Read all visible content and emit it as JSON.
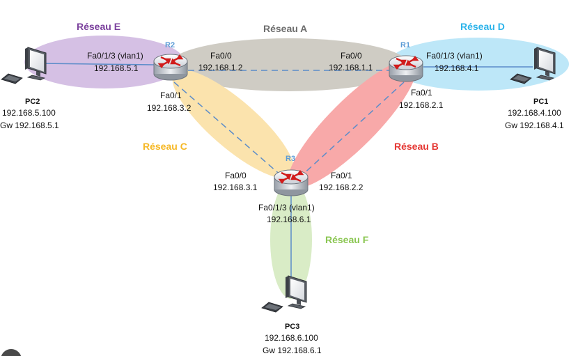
{
  "colors": {
    "reseau_a": "#cfccc4",
    "reseau_b": "#f8a9a9",
    "reseau_c": "#fbe3ad",
    "reseau_d": "#bde7f8",
    "reseau_e": "#d5c0e4",
    "reseau_f": "#d9ecc6",
    "reseau_a_text": "#6d6d6d",
    "reseau_b_text": "#e53935",
    "reseau_c_text": "#f6b825",
    "reseau_d_text": "#2bb3ea",
    "reseau_e_text": "#7a3f9c",
    "reseau_f_text": "#8ac651",
    "router_label": "#5b9bd5",
    "link": "#5b8cc9"
  },
  "networks": {
    "a": "Réseau A",
    "b": "Réseau B",
    "c": "Réseau C",
    "d": "Réseau D",
    "e": "Réseau E",
    "f": "Réseau F"
  },
  "routers": {
    "r1": {
      "name": "R1",
      "fa0_0_if": "Fa0/0",
      "fa0_0_ip": "192.168.1.1",
      "fa0_1_if": "Fa0/1",
      "fa0_1_ip": "192.168.2.1",
      "vlan_if": "Fa0/1/3 (vlan1)",
      "vlan_ip": "192.168.4.1"
    },
    "r2": {
      "name": "R2",
      "fa0_0_if": "Fa0/0",
      "fa0_0_ip": "192.168.1.2",
      "fa0_1_if": "Fa0/1",
      "fa0_1_ip": "192.168.3.2",
      "vlan_if": "Fa0/1/3 (vlan1)",
      "vlan_ip": "192.168.5.1"
    },
    "r3": {
      "name": "R3",
      "fa0_0_if": "Fa0/0",
      "fa0_0_ip": "192.168.3.1",
      "fa0_1_if": "Fa0/1",
      "fa0_1_ip": "192.168.2.2",
      "vlan_if": "Fa0/1/3 (vlan1)",
      "vlan_ip": "192.168.6.1"
    }
  },
  "pcs": {
    "pc1": {
      "name": "PC1",
      "ip": "192.168.4.100",
      "gw": "Gw 192.168.4.1"
    },
    "pc2": {
      "name": "PC2",
      "ip": "192.168.5.100",
      "gw": "Gw 192.168.5.1"
    },
    "pc3": {
      "name": "PC3",
      "ip": "192.168.6.100",
      "gw": "Gw 192.168.6.1"
    }
  }
}
